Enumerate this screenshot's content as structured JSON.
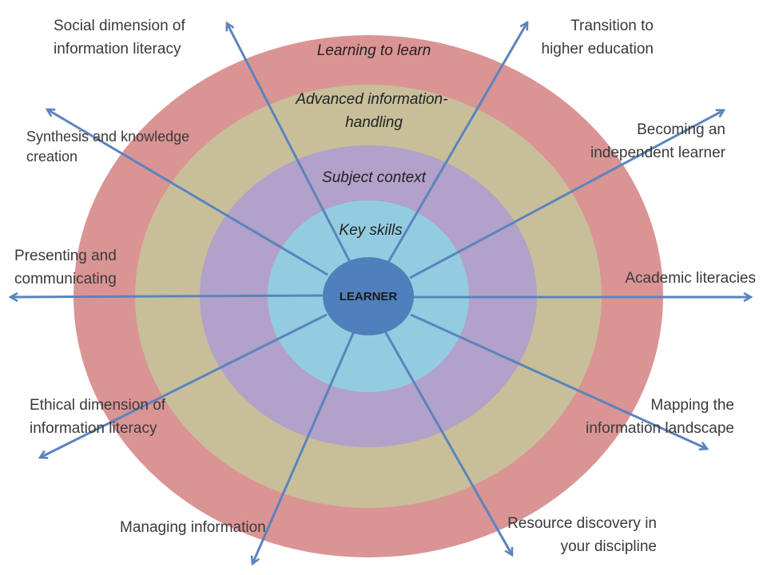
{
  "colors": {
    "outer_ring": "#da9494",
    "second_ring": "#c8bf9a",
    "third_ring": "#b2a1c8",
    "inner_ring": "#93cce0",
    "center": "#4f80bd",
    "arrow": "#5b84bd"
  },
  "center_label": "LEARNER",
  "rings": [
    {
      "lines": [
        "Learning to learn"
      ]
    },
    {
      "lines": [
        "Advanced information-",
        "handling"
      ]
    },
    {
      "lines": [
        "Subject context"
      ]
    },
    {
      "lines": [
        "Key skills"
      ]
    }
  ],
  "spokes": [
    {
      "lines": [
        "Social dimension of",
        "information literacy"
      ]
    },
    {
      "lines": [
        "Transition to",
        "higher education"
      ]
    },
    {
      "lines": [
        "Synthesis and knowledge",
        "creation"
      ]
    },
    {
      "lines": [
        "Becoming an",
        "independent learner"
      ]
    },
    {
      "lines": [
        "Presenting and",
        "communicating"
      ]
    },
    {
      "lines": [
        "Academic literacies"
      ]
    },
    {
      "lines": [
        "Ethical dimension of",
        "information literacy"
      ]
    },
    {
      "lines": [
        "Mapping the",
        "information landscape"
      ]
    },
    {
      "lines": [
        "Managing information"
      ]
    },
    {
      "lines": [
        "Resource discovery in",
        "your discipline"
      ]
    }
  ]
}
